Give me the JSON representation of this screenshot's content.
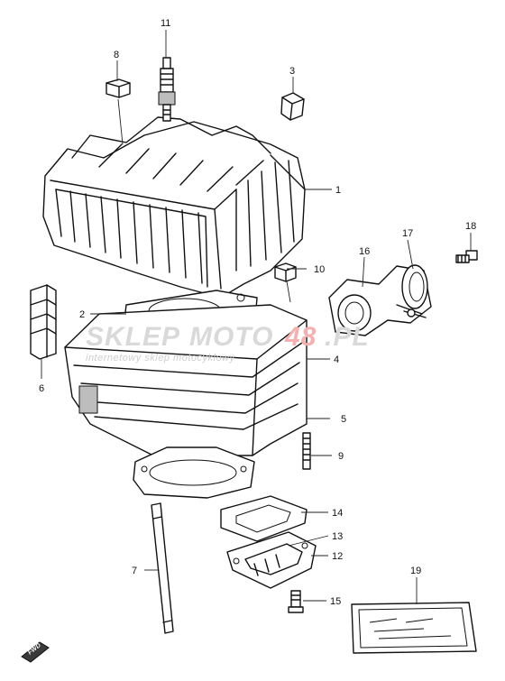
{
  "diagram": {
    "callouts": [
      {
        "id": "c1",
        "label": "1"
      },
      {
        "id": "c2",
        "label": "2"
      },
      {
        "id": "c3",
        "label": "3"
      },
      {
        "id": "c4",
        "label": "4"
      },
      {
        "id": "c5",
        "label": "5"
      },
      {
        "id": "c6",
        "label": "6"
      },
      {
        "id": "c7",
        "label": "7"
      },
      {
        "id": "c8",
        "label": "8"
      },
      {
        "id": "c9",
        "label": "9"
      },
      {
        "id": "c10",
        "label": "10"
      },
      {
        "id": "c11",
        "label": "11"
      },
      {
        "id": "c12",
        "label": "12"
      },
      {
        "id": "c13",
        "label": "13"
      },
      {
        "id": "c14",
        "label": "14"
      },
      {
        "id": "c15",
        "label": "15"
      },
      {
        "id": "c16",
        "label": "16"
      },
      {
        "id": "c17",
        "label": "17"
      },
      {
        "id": "c18",
        "label": "18"
      },
      {
        "id": "c19",
        "label": "19"
      }
    ],
    "forward_mark": "FWD"
  },
  "watermark": {
    "part1": "SKLEP",
    "part2": "MOTO",
    "part3": "48",
    "part4": ".PL",
    "tagline": "internetowy sklep motocyklowy"
  },
  "colors": {
    "line": "#111111",
    "watermark_gray": "#d9d9d9",
    "watermark_red": "#f2b2b2"
  }
}
